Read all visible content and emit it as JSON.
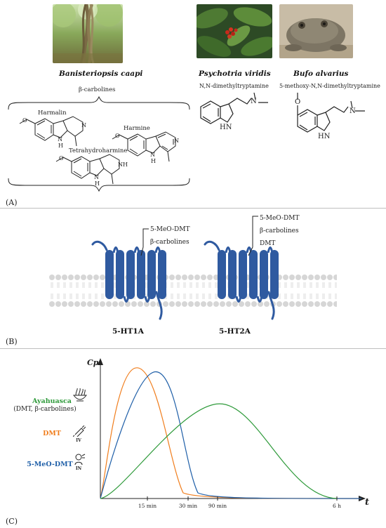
{
  "panelA": {
    "label": "(A)",
    "species": [
      {
        "name": "Banisteriopsis caapi",
        "compound_class": "β-carbolines"
      },
      {
        "name": "Psychotria viridis",
        "compound_class": "N,N-dimethyltryptamine"
      },
      {
        "name": "Bufo alvarius",
        "compound_class": "5-methoxy-N,N-dimethyltryptamine"
      }
    ],
    "molecules": {
      "harmalin": "Harmalin",
      "harmine": "Harmine",
      "thh": "Tetrahydroharmine",
      "atoms": {
        "N": "N",
        "H": "H",
        "NH": "NH",
        "HN": "HN",
        "O": "O"
      }
    }
  },
  "panelB": {
    "label": "(B)",
    "receptors": [
      {
        "name": "5-HT1A",
        "ligands": [
          "5-MeO-DMT",
          "β-carbolines"
        ]
      },
      {
        "name": "5-HT2A",
        "ligands": [
          "5-MeO-DMT",
          "β-carbolines",
          "DMT"
        ]
      }
    ],
    "colors": {
      "receptor": "#2f5aa0",
      "membrane": "#d6d6d6"
    }
  },
  "panelC": {
    "label": "(C)",
    "y_axis_label": "Cp",
    "x_axis_label": "t",
    "legend": [
      {
        "name": "Ayahuasca",
        "sub": "(DMT, β-carbolines)",
        "color": "#2e9a3a",
        "route": "",
        "icon": "ayahuasca-bowl-icon"
      },
      {
        "name": "DMT",
        "sub": "",
        "color": "#f07d1c",
        "route": "IV",
        "icon": "syringe-icon"
      },
      {
        "name": "5-MeO-DMT",
        "sub": "",
        "color": "#1f5fa8",
        "route": "IN",
        "icon": "inhalation-icon"
      }
    ],
    "x_ticks": [
      "15 min",
      "30 min",
      "90 min",
      "6 h"
    ]
  },
  "chart_data": {
    "type": "line",
    "x_ticks": [
      "15 min",
      "30 min",
      "90 min",
      "6 h"
    ],
    "xlabel": "t",
    "ylabel": "Cp",
    "series": [
      {
        "name": "DMT",
        "color": "#f07d1c",
        "peak_at": "15 min",
        "relative_peak": 0.98
      },
      {
        "name": "5-MeO-DMT",
        "color": "#1f5fa8",
        "peak_at": "between 15 min and 30 min",
        "relative_peak": 0.95
      },
      {
        "name": "Ayahuasca",
        "color": "#2e9a3a",
        "peak_at": "90 min",
        "relative_peak": 0.71
      }
    ]
  }
}
